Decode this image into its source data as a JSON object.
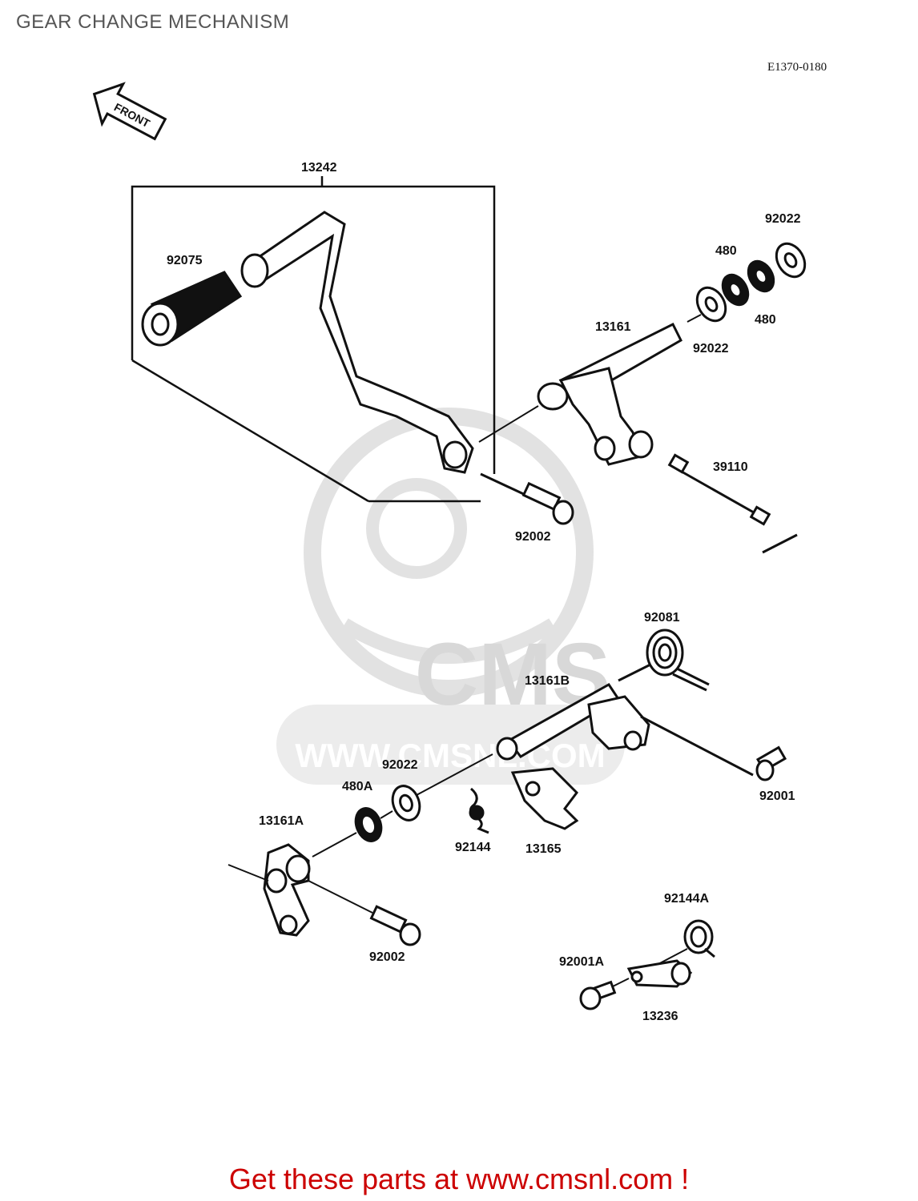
{
  "header": {
    "title": "GEAR CHANGE MECHANISM",
    "diagram_code": "E1370-0180"
  },
  "front_indicator": "FRONT",
  "watermark": {
    "logo_text": "CMS",
    "url_text": "WWW.CMSNL.COM"
  },
  "parts": {
    "p13242": "13242",
    "p92075": "92075",
    "p92022_top": "92022",
    "p480_top": "480",
    "p480_mid": "480",
    "p92022_mid": "92022",
    "p13161": "13161",
    "p39110": "39110",
    "p92002_top": "92002",
    "p92081": "92081",
    "p13161B": "13161B",
    "p92022_low": "92022",
    "p480A": "480A",
    "p13161A": "13161A",
    "p92144": "92144",
    "p13165": "13165",
    "p92001": "92001",
    "p92002_low": "92002",
    "p92144A": "92144A",
    "p92001A": "92001A",
    "p13236": "13236"
  },
  "footer": {
    "cta": "Get these parts at www.cmsnl.com !"
  },
  "colors": {
    "footer_text": "#cc0000",
    "title_text": "#555555",
    "line_art": "#111111",
    "watermark": "#d8d8d8"
  }
}
